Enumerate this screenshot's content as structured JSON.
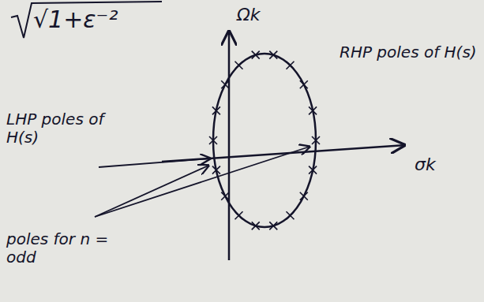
{
  "diagram": {
    "labels": [
      "√1+ε⁻²",
      "Ωk",
      "RHP poles of H(s)",
      "LHP poles of H(s)",
      "σk",
      "poles for n = odd"
    ]
  }
}
